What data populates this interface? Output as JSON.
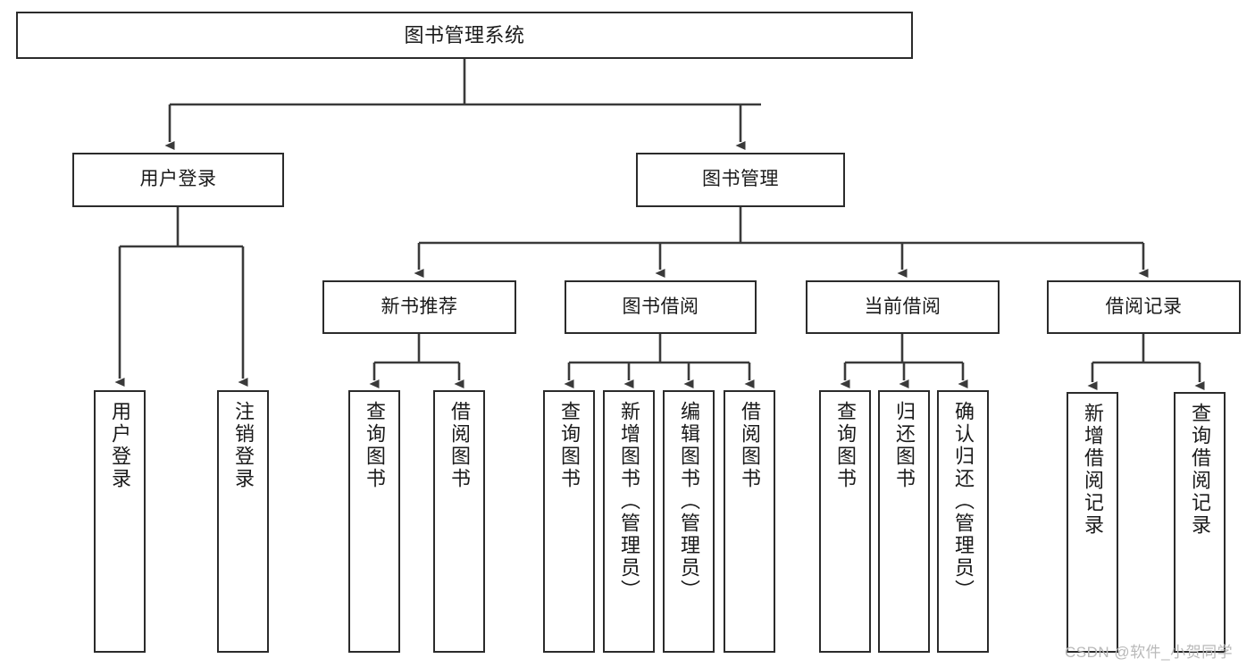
{
  "diagram": {
    "title": "图书管理系统",
    "type": "tree-hierarchy",
    "watermark": "CSDN @软件_小贺同学",
    "colors": {
      "box_border": "#2b2b2b",
      "connector": "#3a3a3a",
      "background": "#ffffff",
      "text": "#1a1a1a",
      "watermark": "#b9b9b9"
    },
    "nodes": {
      "root": {
        "label": "图书管理系统"
      },
      "level2": [
        {
          "label": "用户登录"
        },
        {
          "label": "图书管理"
        }
      ],
      "level3": [
        {
          "label": "新书推荐"
        },
        {
          "label": "图书借阅"
        },
        {
          "label": "当前借阅"
        },
        {
          "label": "借阅记录"
        }
      ],
      "leaves": {
        "user_login": [
          {
            "label": "用户登录"
          },
          {
            "label": "注销登录"
          }
        ],
        "new_book_recommend": [
          {
            "label": "查询图书"
          },
          {
            "label": "借阅图书"
          }
        ],
        "book_borrow": [
          {
            "label": "查询图书"
          },
          {
            "label": "新增图书（管理员）"
          },
          {
            "label": "编辑图书（管理员）"
          },
          {
            "label": "借阅图书"
          }
        ],
        "current_borrow": [
          {
            "label": "查询图书"
          },
          {
            "label": "归还图书"
          },
          {
            "label": "确认归还（管理员）"
          }
        ],
        "borrow_record": [
          {
            "label": "新增借阅记录"
          },
          {
            "label": "查询借阅记录"
          }
        ]
      }
    }
  }
}
